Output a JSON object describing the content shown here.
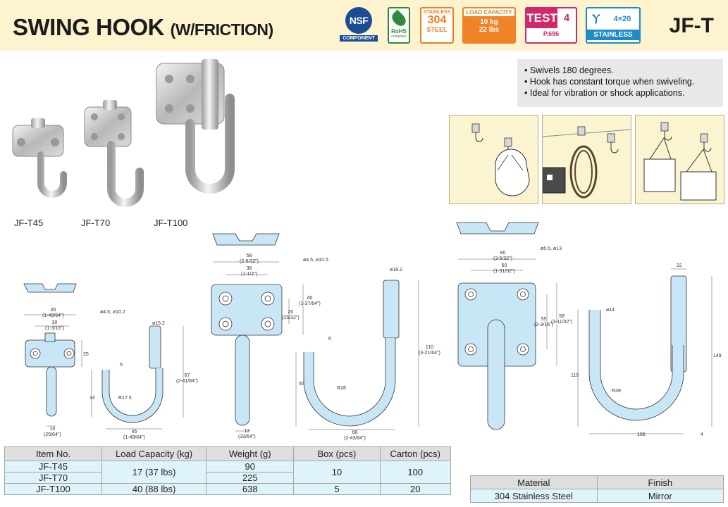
{
  "header": {
    "title": "SWING HOOK",
    "title_sub": "(W/FRICTION)",
    "code": "JF-T",
    "badges": {
      "nsf": "NSF",
      "nsf_label": "COMPONENT",
      "rohs": "RoHS",
      "rohs_sub": "compliant",
      "steel_top": "STAINLESS",
      "steel_num": "304",
      "steel_bottom": "STEEL",
      "load_title": "LOAD CAPACITY",
      "load_kg": "10 kg",
      "load_lbs": "22 lbs",
      "test_title": "TEST",
      "test_num": "4",
      "test_page": "P.696",
      "stainless_num": "4×20",
      "stainless_label": "STAINLESS"
    }
  },
  "features": [
    "• Swivels 180 degrees.",
    "• Hook has constant torque when swiveling.",
    "• Ideal for vibration or shock applications."
  ],
  "photo_labels": [
    "JF-T45",
    "JF-T70",
    "JF-T100"
  ],
  "drawing_dims": {
    "t45": {
      "w45": "45",
      "w45i": "(1-49/64\")",
      "w30": "30",
      "w30i": "(1-3/16\")",
      "hole": "ø4.5, ø10.2",
      "h25": "25",
      "d10": "10",
      "d10i": "(25/64\")",
      "s5": "5",
      "h34": "34",
      "r": "R17.5",
      "dia": "ø15.2",
      "h67": "67",
      "h67i": "(2-41/64\")",
      "w45b": "45",
      "w45bi": "(1-49/64\")"
    },
    "t70": {
      "w58": "58",
      "w58i": "(2-9/32\")",
      "w38": "38",
      "w38i": "(1-1/2\")",
      "hole": "ø4.5, ø10.5",
      "h20": "20",
      "h20i": "(25/32\")",
      "h40": "40",
      "h40i": "(1-37/64\")",
      "d13": "13",
      "d13i": "(33/64\")",
      "s6": "6",
      "h55": "55",
      "r": "R28",
      "dia": "ø18.2",
      "h110": "110",
      "h110i": "(4-21/64\")",
      "w68": "68",
      "w68i": "(2-43/64\")"
    },
    "t100": {
      "w80": "80",
      "w80i": "(3-5/32\")",
      "w50": "50",
      "w50i": "(1-31/32\")",
      "hole": "ø5.5, ø13",
      "h55": "55",
      "h55i": "(2-3/16\")",
      "h58": "58",
      "h58i": "(3-11/32\")",
      "dia": "ø14",
      "h110": "110",
      "r": "R39",
      "w22": "22",
      "h149": "149",
      "w106": "106",
      "w4": "4"
    }
  },
  "spec_table": {
    "headers": [
      "Item No.",
      "Load Capacity (kg)",
      "Weight (g)",
      "Box (pcs)",
      "Carton (pcs)"
    ],
    "rows": [
      {
        "item": "JF-T45",
        "load": "17 (37 lbs)",
        "weight": "90",
        "box": "10",
        "carton": "100"
      },
      {
        "item": "JF-T70",
        "weight": "225"
      },
      {
        "item": "JF-T100",
        "load": "40 (88 lbs)",
        "weight": "638",
        "box": "5",
        "carton": "20"
      }
    ]
  },
  "material_table": {
    "headers": [
      "Material",
      "Finish"
    ],
    "row": [
      "304 Stainless Steel",
      "Mirror"
    ]
  },
  "colors": {
    "header_bg": "#fdf3cf",
    "drawing_fill": "#c9e6f7",
    "table_value_bg": "#dff3fb",
    "table_header_bg": "#dedede"
  }
}
